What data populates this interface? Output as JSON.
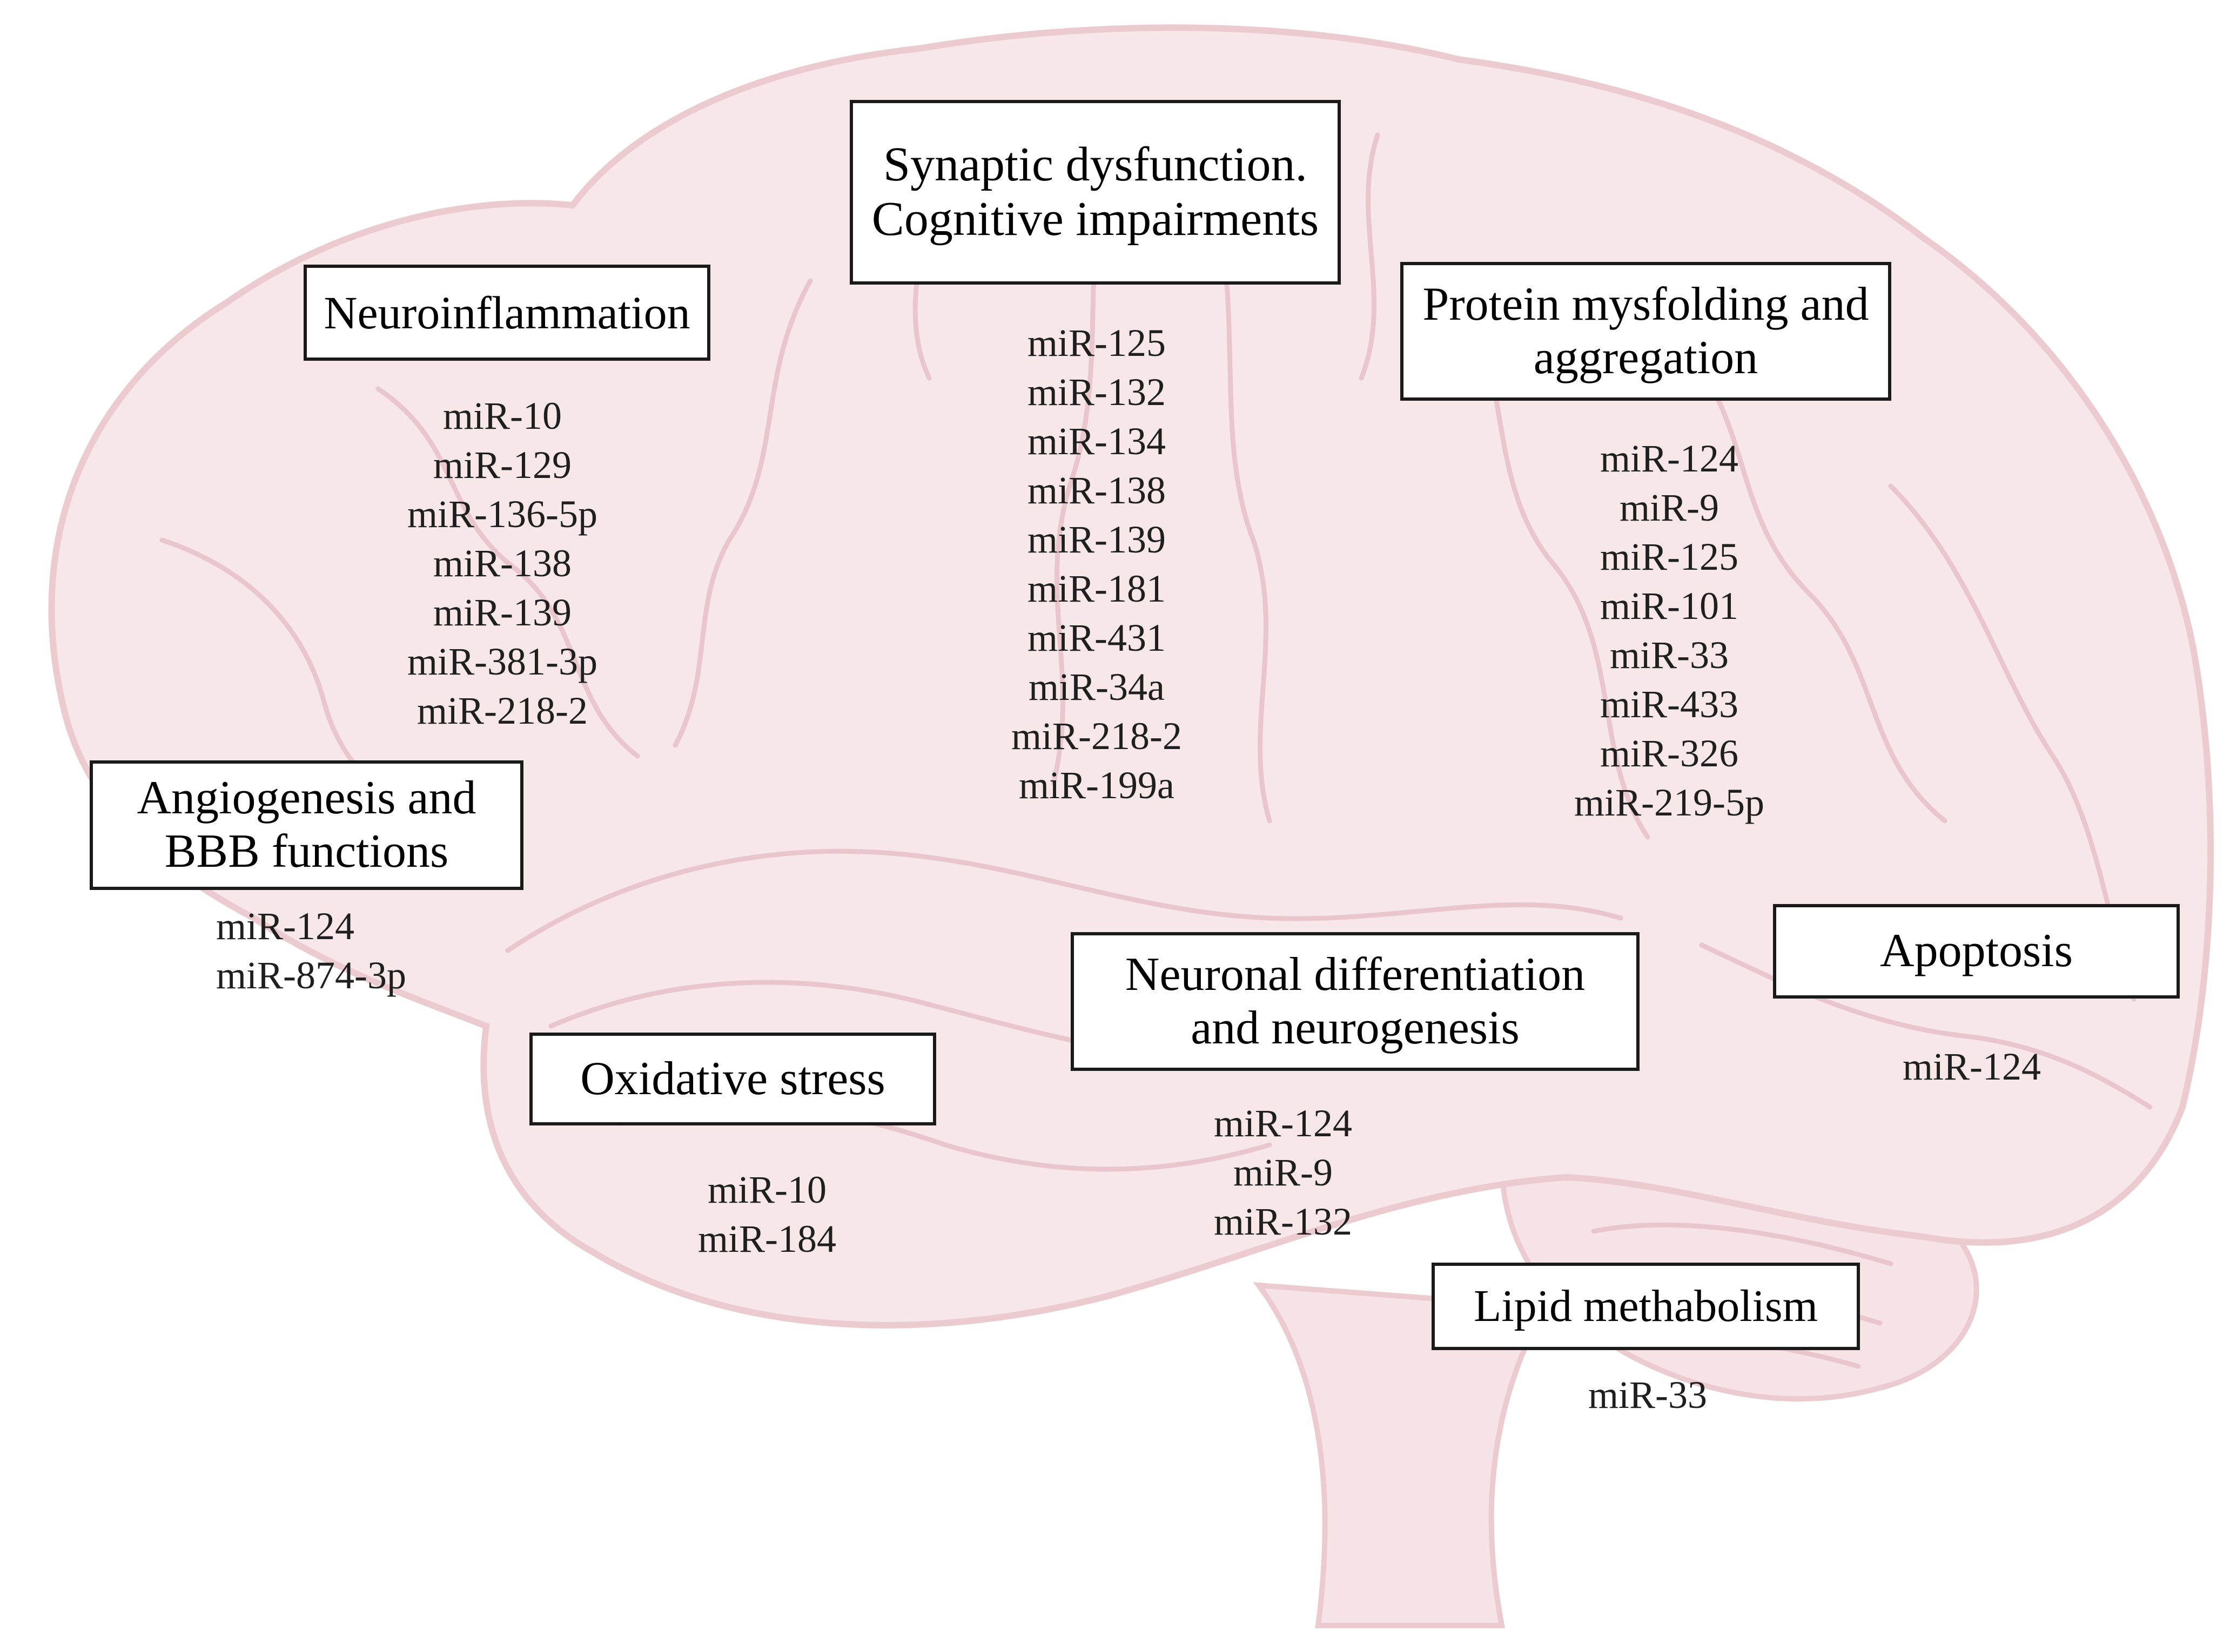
{
  "colors": {
    "brain_fill": "#f7e7e9",
    "brain_outline": "#ebcbd0",
    "sulci": "#e6bfc5",
    "box_border": "#1a1a1a",
    "box_fill": "#ffffff",
    "text": "#1f1f1f"
  },
  "categories": {
    "synaptic": {
      "title_lines": [
        "Synaptic dysfunction.",
        "Cognitive impairments"
      ],
      "mirnas": [
        "miR-125",
        "miR-132",
        "miR-134",
        "miR-138",
        "miR-139",
        "miR-181",
        "miR-431",
        "miR-34a",
        "miR-218-2",
        "miR-199a"
      ]
    },
    "neuroinflammation": {
      "title_lines": [
        "Neuroinflammation"
      ],
      "mirnas": [
        "miR-10",
        "miR-129",
        "miR-136-5p",
        "miR-138",
        "miR-139",
        "miR-381-3p",
        "miR-218-2"
      ]
    },
    "protein": {
      "title_lines": [
        "Protein mysfolding and",
        "aggregation"
      ],
      "mirnas": [
        "miR-124",
        "miR-9",
        "miR-125",
        "miR-101",
        "miR-33",
        "miR-433",
        "miR-326",
        "miR-219-5p"
      ]
    },
    "angiogenesis": {
      "title_lines": [
        "Angiogenesis and",
        "BBB functions"
      ],
      "mirnas": [
        "miR-124",
        "miR-874-3p"
      ]
    },
    "oxidative": {
      "title_lines": [
        "Oxidative stress"
      ],
      "mirnas": [
        "miR-10",
        "miR-184"
      ]
    },
    "neuronal": {
      "title_lines": [
        "Neuronal differentiation",
        "and neurogenesis"
      ],
      "mirnas": [
        "miR-124",
        "miR-9",
        "miR-132"
      ]
    },
    "apoptosis": {
      "title_lines": [
        "Apoptosis"
      ],
      "mirnas": [
        "miR-124"
      ]
    },
    "lipid": {
      "title_lines": [
        "Lipid methabolism"
      ],
      "mirnas": [
        "miR-33"
      ]
    }
  }
}
